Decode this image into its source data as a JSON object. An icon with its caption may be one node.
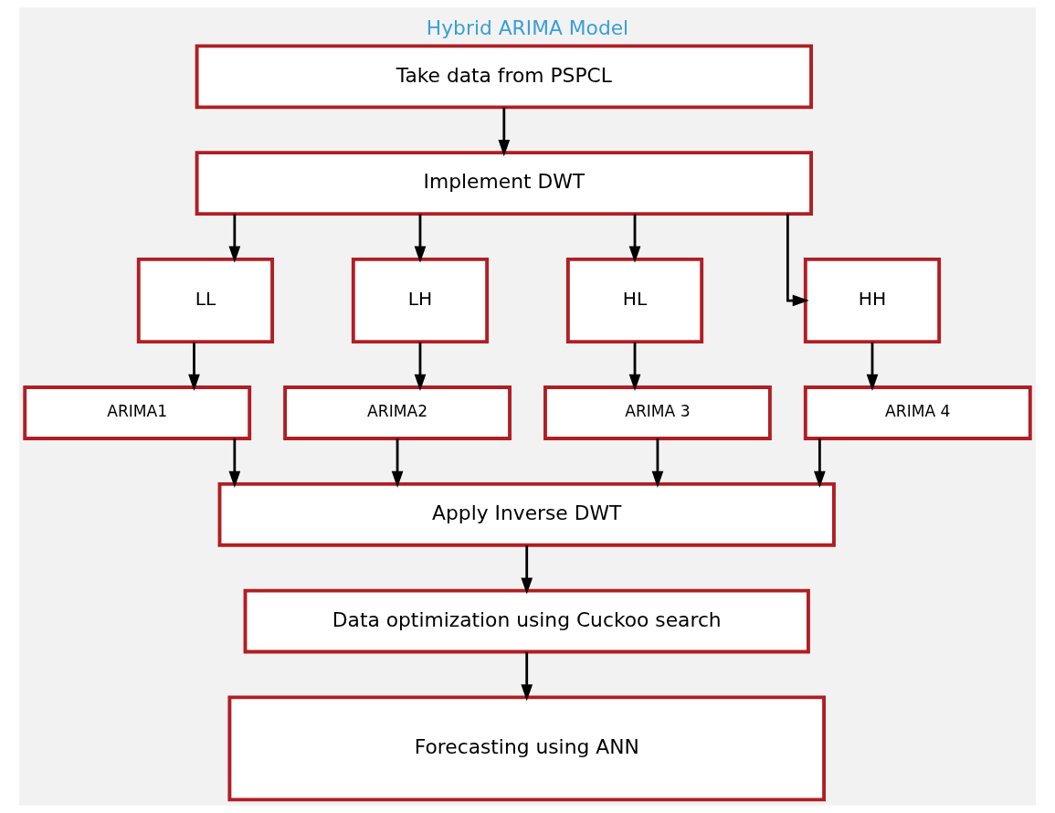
{
  "diagram": {
    "title": "Hybrid ARIMA Model",
    "nodes": [
      {
        "text": [
          "Take data from PSPCL"
        ]
      },
      {
        "text": [
          "Implement DWT"
        ]
      },
      {
        "text": [
          "LL"
        ]
      },
      {
        "text": [
          "LH"
        ]
      },
      {
        "text": [
          "HL"
        ]
      },
      {
        "text": [
          "HH"
        ]
      },
      {
        "text": [
          "ARIMA1"
        ]
      },
      {
        "text": [
          "ARIMA2"
        ]
      },
      {
        "text": [
          "ARIMA 3"
        ]
      },
      {
        "text": [
          "ARIMA 4"
        ]
      },
      {
        "text": [
          "Apply Inverse DWT"
        ]
      },
      {
        "text": [
          "Data optimization using Cuckoo search"
        ]
      },
      {
        "text": [
          "Forecasting using ANN"
        ]
      }
    ],
    "edges": [
      {
        "from": 0,
        "to": 1,
        "arrow": "to"
      },
      {
        "from": 1,
        "to": 2,
        "arrow": "to"
      },
      {
        "from": 1,
        "to": 3,
        "arrow": "to"
      },
      {
        "from": 1,
        "to": 4,
        "arrow": "to"
      },
      {
        "from": 1,
        "to": 5,
        "arrow": "to"
      },
      {
        "from": 2,
        "to": 6,
        "arrow": "to"
      },
      {
        "from": 3,
        "to": 7,
        "arrow": "to"
      },
      {
        "from": 4,
        "to": 8,
        "arrow": "to"
      },
      {
        "from": 5,
        "to": 9,
        "arrow": "to"
      },
      {
        "from": 6,
        "to": 10,
        "arrow": "to"
      },
      {
        "from": 7,
        "to": 10,
        "arrow": "to"
      },
      {
        "from": 8,
        "to": 10,
        "arrow": "to"
      },
      {
        "from": 9,
        "to": 10,
        "arrow": "to"
      },
      {
        "from": 10,
        "to": 11,
        "arrow": "to"
      },
      {
        "from": 11,
        "to": 12,
        "arrow": "to"
      }
    ]
  }
}
